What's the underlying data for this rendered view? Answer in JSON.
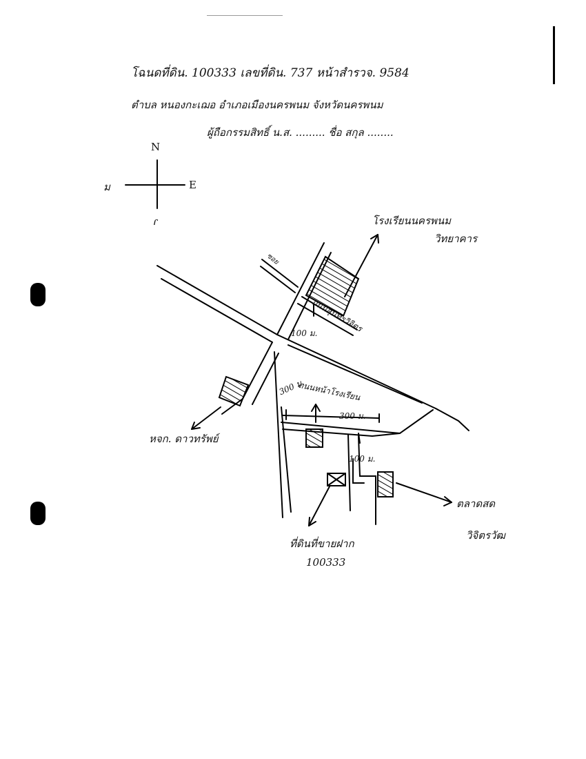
{
  "header": {
    "line1": "โฉนดที่ดิน. 100333 เลขที่ดิน. 737 หน้าสำรวจ. 9584",
    "line2": "ตำบล หนองกะเฌอ อำเภอเมืองนครพนม จังหวัดนครพนม",
    "line3": "ผู้ถือกรรมสิทธิ์ น.ส. ......... ชื่อ สกุล ........"
  },
  "compass": {
    "north": "N",
    "east": "E",
    "west": "ม",
    "south": "ɾ"
  },
  "map_labels": {
    "school": "โรงเรียนนครพนม",
    "school_sub": "วิทยาคาร",
    "left_building": "หจก. ดาวทรัพย์",
    "right_building": "ตลาดสด",
    "right_building_sub": "วิจิตรวัฒ",
    "bottom_building": "ที่ดินที่ขายฝาก",
    "bottom_number": "100333",
    "road_center": "ถนนหน้าโรงเรียน",
    "dist_1": "100 ม.",
    "dist_2": "300 ม.",
    "dist_3": "300 ม.",
    "dist_4": "100 ม.",
    "road_school": "ถนนสุนทรวิจิตร",
    "road_top": "ซอย"
  }
}
